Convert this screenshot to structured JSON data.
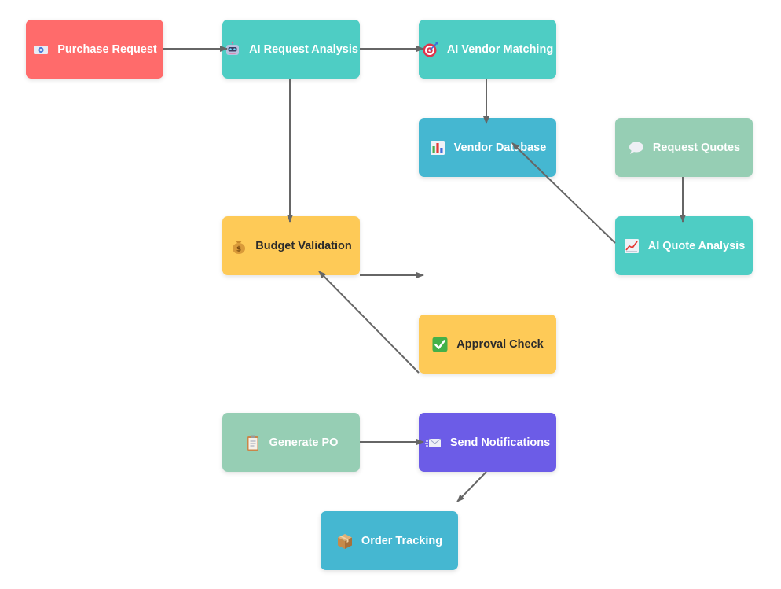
{
  "diagram": {
    "nodes": [
      {
        "id": "purchase-request",
        "label": "Purchase Request",
        "icon": "inbox-tray-icon",
        "color": "#ff6b6b"
      },
      {
        "id": "ai-request-analysis",
        "label": "AI Request Analysis",
        "icon": "robot-icon",
        "color": "#4ecdc4"
      },
      {
        "id": "ai-vendor-matching",
        "label": "AI Vendor Matching",
        "icon": "target-icon",
        "color": "#4ecdc4"
      },
      {
        "id": "vendor-database",
        "label": "Vendor Database",
        "icon": "bar-chart-icon",
        "color": "#45b7d1"
      },
      {
        "id": "request-quotes",
        "label": "Request Quotes",
        "icon": "speech-bubble-icon",
        "color": "#96ceb4"
      },
      {
        "id": "budget-validation",
        "label": "Budget Validation",
        "icon": "money-bag-icon",
        "color": "#feca57"
      },
      {
        "id": "ai-quote-analysis",
        "label": "AI Quote Analysis",
        "icon": "trend-chart-icon",
        "color": "#4ecdc4"
      },
      {
        "id": "approval-check",
        "label": "Approval Check",
        "icon": "check-mark-icon",
        "color": "#feca57"
      },
      {
        "id": "generate-po",
        "label": "Generate PO",
        "icon": "clipboard-icon",
        "color": "#96ceb4"
      },
      {
        "id": "send-notifications",
        "label": "Send Notifications",
        "icon": "mail-icon",
        "color": "#6c5ce7"
      },
      {
        "id": "order-tracking",
        "label": "Order Tracking",
        "icon": "package-icon",
        "color": "#45b7d1"
      }
    ],
    "edges": [
      {
        "from": "purchase-request",
        "to": "ai-request-analysis"
      },
      {
        "from": "ai-request-analysis",
        "to": "ai-vendor-matching"
      },
      {
        "from": "ai-vendor-matching",
        "to": "vendor-database"
      },
      {
        "from": "ai-request-analysis",
        "to": "budget-validation"
      },
      {
        "from": "request-quotes",
        "to": "ai-quote-analysis"
      },
      {
        "from": "ai-quote-analysis",
        "to": "vendor-database"
      },
      {
        "from": "budget-validation",
        "to": "approval-check"
      },
      {
        "from": "approval-check",
        "to": "budget-validation"
      },
      {
        "from": "generate-po",
        "to": "send-notifications"
      },
      {
        "from": "send-notifications",
        "to": "order-tracking"
      }
    ],
    "edge_color": "#666666"
  }
}
